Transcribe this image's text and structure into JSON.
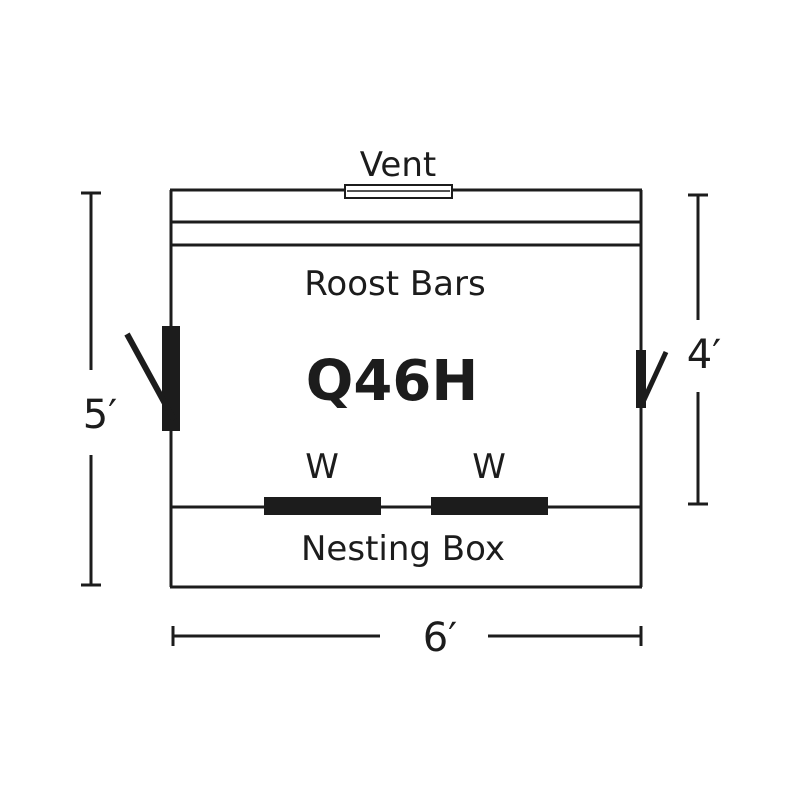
{
  "labels": {
    "vent": "Vent",
    "roost_bars": "Roost Bars",
    "model": "Q46H",
    "window_left": "W",
    "window_right": "W",
    "nesting_box": "Nesting Box",
    "width": "6′",
    "height_left": "5′",
    "height_right": "4′"
  },
  "colors": {
    "ink": "#1c1c1c",
    "background": "#ffffff"
  }
}
